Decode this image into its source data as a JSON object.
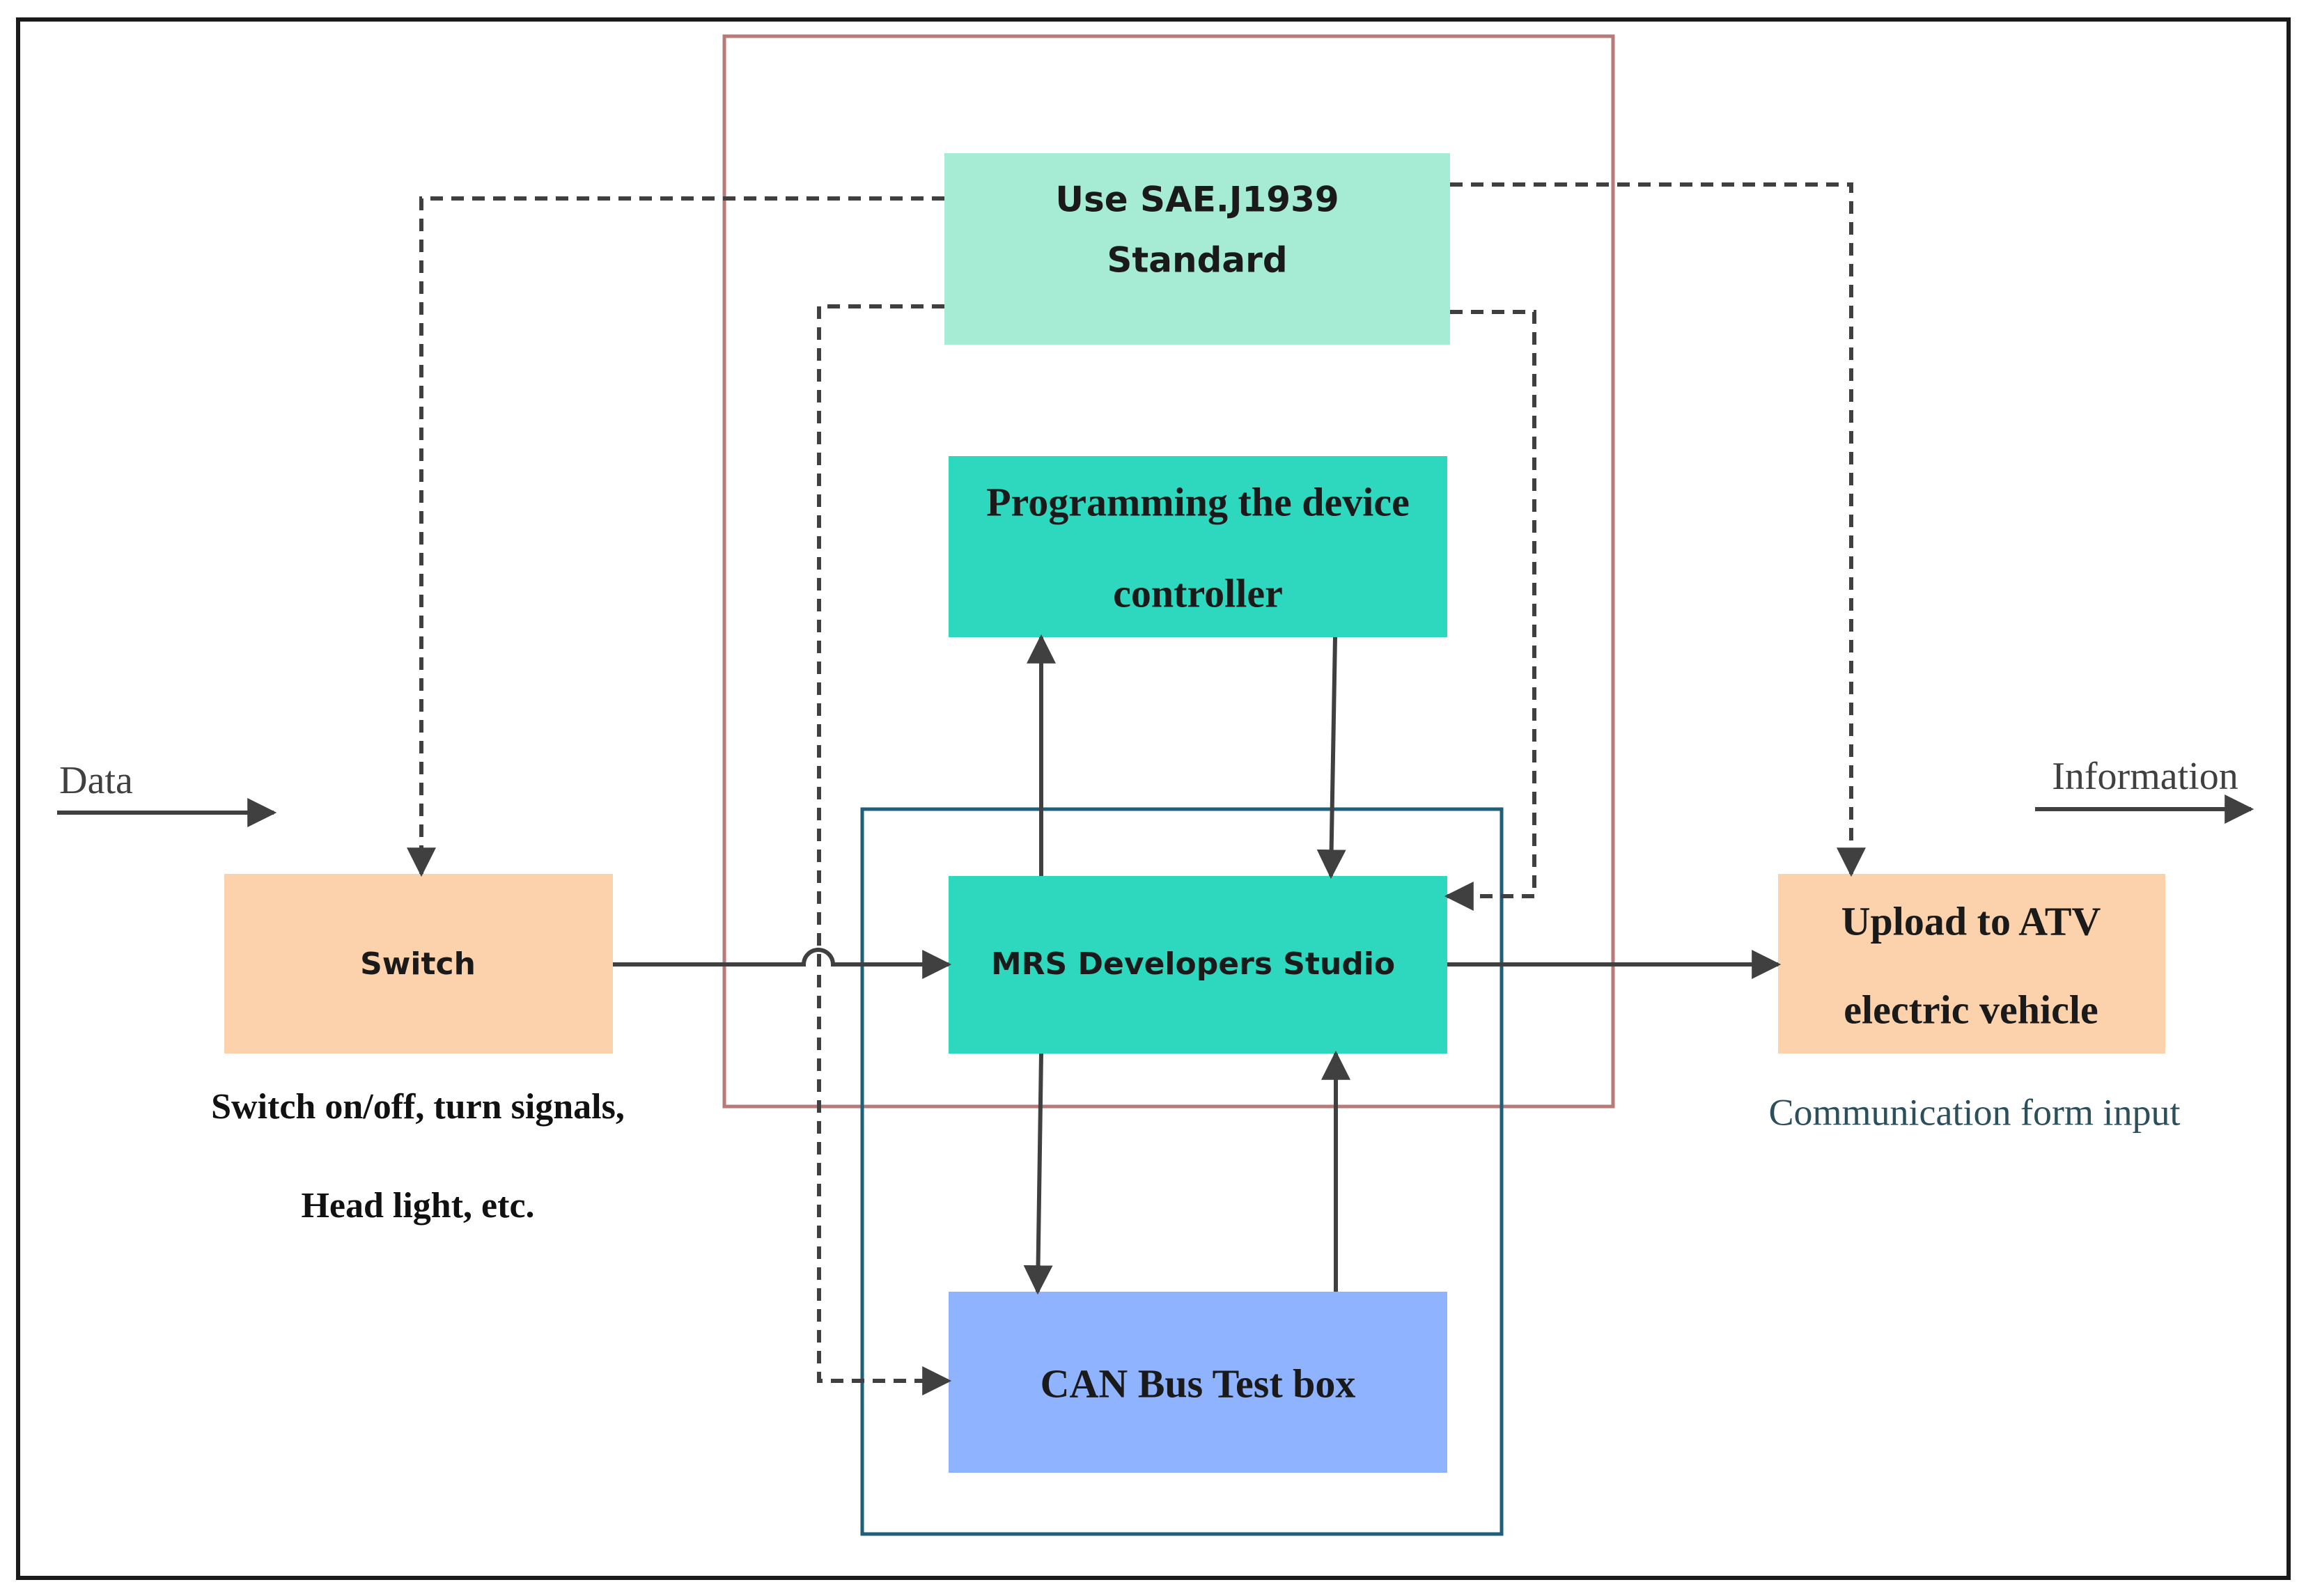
{
  "nodes": {
    "standard": {
      "lines": [
        "Use SAE.J1939",
        "Standard"
      ],
      "color": "#a6ebd4"
    },
    "programming": {
      "lines": [
        "Programming the device",
        "controller"
      ],
      "color": "#2ed8bf"
    },
    "studio": {
      "label": "MRS Developers Studio",
      "color": "#2ed8bf"
    },
    "can_box": {
      "label": "CAN Bus Test box",
      "color": "#8fb3ff"
    },
    "switch": {
      "label": "Switch",
      "color": "#fbd2ab"
    },
    "upload": {
      "lines": [
        "Upload to ATV",
        "electric vehicle"
      ],
      "color": "#fbd2ab"
    }
  },
  "annotations": {
    "data_label": "Data",
    "information_label": "Information",
    "switch_caption": [
      "Switch on/off, turn signals,",
      "Head light, etc."
    ],
    "communication_caption": "Communication form input"
  },
  "colors": {
    "outer_frame": "#1a1a1a",
    "red_frame": "#b77a78",
    "blue_frame": "#1f5f7a",
    "arrow": "#404040",
    "caption_teal": "#2c4f5c"
  }
}
